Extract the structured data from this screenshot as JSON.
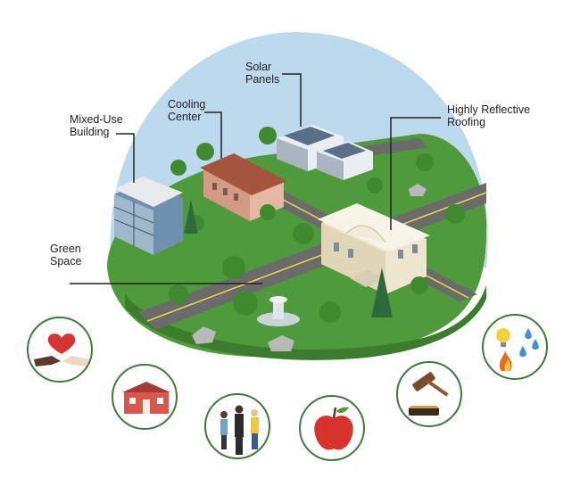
{
  "callouts": {
    "solar": "Solar\nPanels",
    "cooling": "Cooling\nCenter",
    "mixed": "Mixed-Use\nBuilding",
    "roofing": "Highly Reflective\nRoofing",
    "green": "Green\nSpace"
  },
  "colors": {
    "sky": "#bcd9ee",
    "grass": "#4f9a3a",
    "road": "#6b6b6b",
    "road_line": "#e8d84a",
    "ring": "#3f7a3a"
  },
  "icons": [
    "heart-hands-icon",
    "red-house-icon",
    "people-icon",
    "apple-icon",
    "gavel-icon",
    "hazards-icon"
  ]
}
